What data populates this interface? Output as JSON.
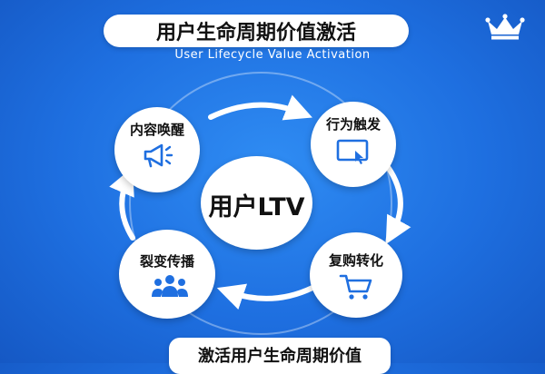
{
  "header": {
    "title": "用户生命周期价值激活",
    "subtitle": "User Lifecycle Value Activation"
  },
  "diagram": {
    "center": "用户LTV",
    "nodes": [
      {
        "label": "内容唤醒",
        "icon": "megaphone-icon"
      },
      {
        "label": "行为触发",
        "icon": "tap-screen-icon"
      },
      {
        "label": "复购转化",
        "icon": "shopping-cart-icon"
      },
      {
        "label": "裂变传播",
        "icon": "user-group-icon"
      }
    ]
  },
  "footer": {
    "text": "激活用户生命周期价值"
  },
  "colors": {
    "background": "#1e6fe0",
    "icon_blue": "#1f6fe0",
    "white": "#ffffff"
  }
}
